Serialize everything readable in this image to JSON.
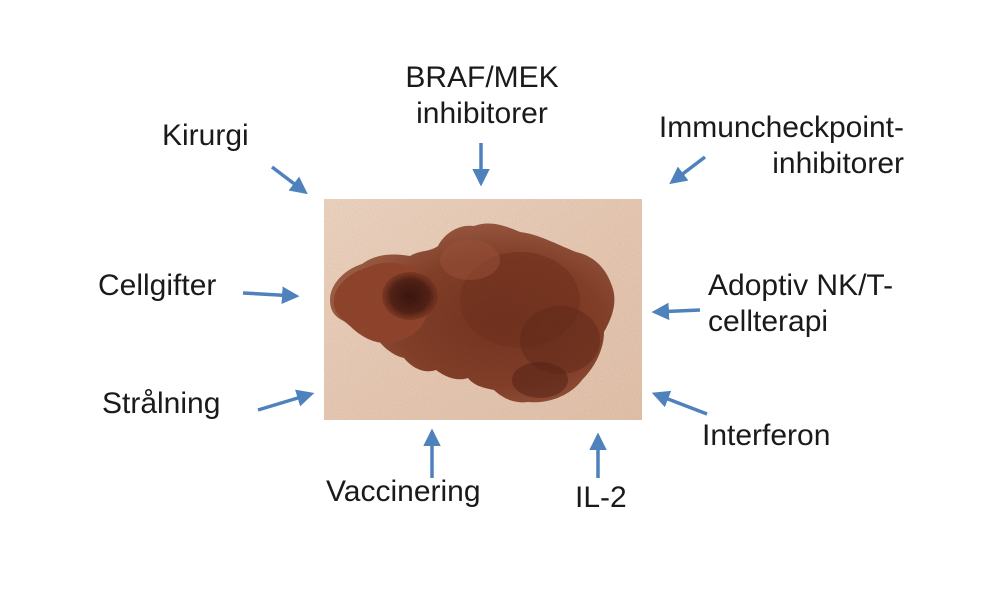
{
  "treatments": {
    "kirurgi": "Kirurgi",
    "braf_mek": [
      "BRAF/MEK",
      "inhibitorer"
    ],
    "immuncheckpoint": [
      "Immuncheckpoint-",
      "inhibitorer"
    ],
    "cellgifter": "Cellgifter",
    "adoptiv": [
      "Adoptiv NK/T-",
      "cellterapi"
    ],
    "stralning": "Strålning",
    "interferon": "Interferon",
    "vaccinering": "Vaccinering",
    "il2": "IL-2"
  },
  "colors": {
    "arrow": "#4f81bd",
    "skin": "#ecd3bf",
    "lesion_dark": "#4a1d12",
    "lesion_mid": "#7b3520",
    "lesion_light": "#a8644a"
  }
}
